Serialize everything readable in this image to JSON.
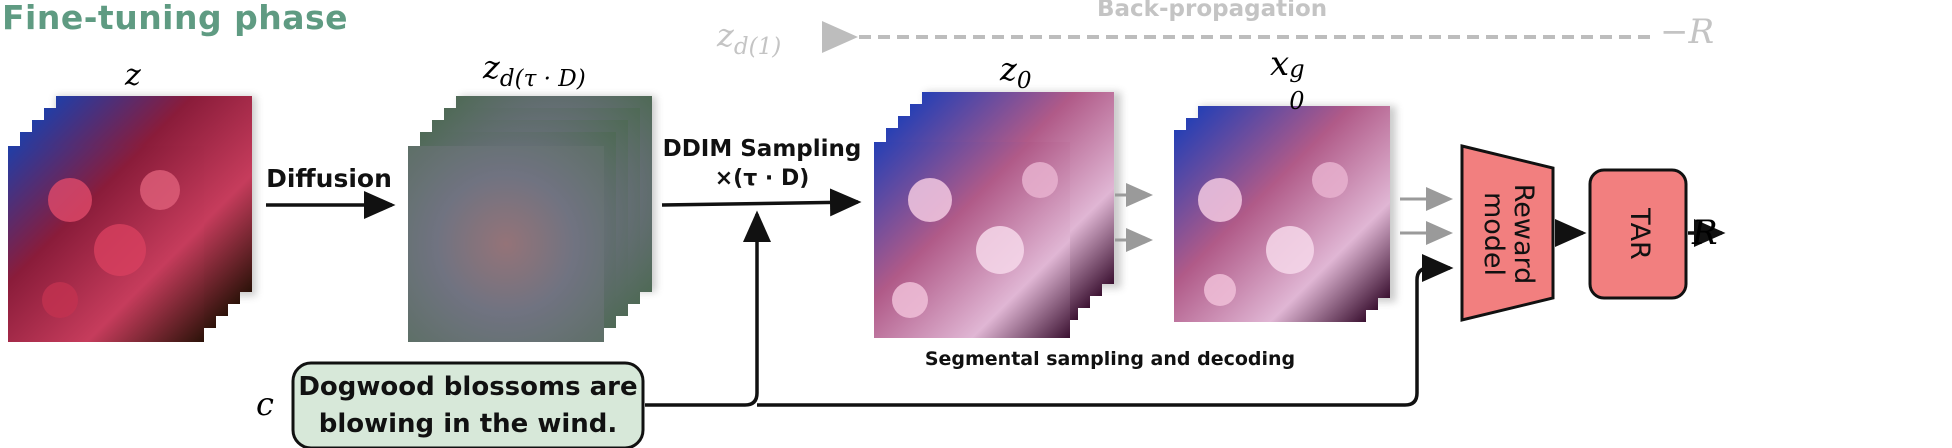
{
  "title": "Fine-tuning phase",
  "backprop_label": "Back-propagation",
  "labels": {
    "z": "z",
    "z_noisy_base": "z",
    "z_noisy_sub": "d(τ · D)",
    "z0_base": "z",
    "z0_sub": "0",
    "x0g_base": "x",
    "x0g_sub": "0",
    "x0g_sup": "g",
    "zd1_base": "z",
    "zd1_sub": "d(1)",
    "neg_r": "−R",
    "r": "R",
    "c": "c"
  },
  "diffusion_label": "Diffusion",
  "ddim_label": "DDIM Sampling",
  "ddim_multiplier": "×(τ · D)",
  "segmental_label": "Segmental sampling and decoding",
  "prompt_line1": "Dogwood blossoms are",
  "prompt_line2": "blowing in the wind.",
  "reward_model_label": "Reward\nmodel",
  "tar_label": "TAR",
  "colors": {
    "title": "#5f9b82",
    "prompt_box_fill": "#d7e8d9",
    "prompt_box_stroke": "#111111",
    "reward_fill": "#f27f7f",
    "tar_fill": "#f27f7f",
    "backprop": "#bdbdbd"
  }
}
